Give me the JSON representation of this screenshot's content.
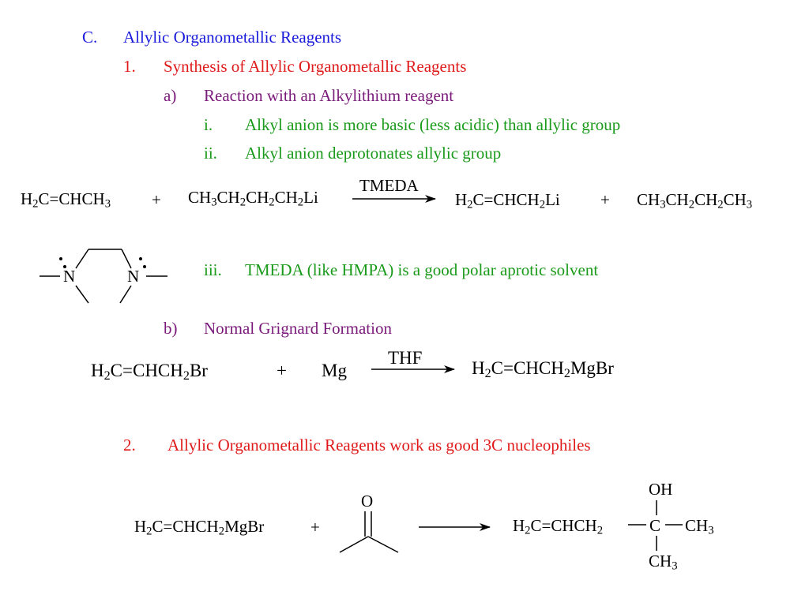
{
  "outline": {
    "c_marker": "C.",
    "c_title": "Allylic Organometallic Reagents",
    "s1_marker": "1.",
    "s1_title": "Synthesis of Allylic Organometallic Reagents",
    "a_marker": "a)",
    "a_title": "Reaction with an Alkylithium reagent",
    "i_marker": "i.",
    "i_text": "Alkyl anion is more basic (less acidic) than allylic group",
    "ii_marker": "ii.",
    "ii_text": "Alkyl anion deprotonates allylic group",
    "iii_marker": "iii.",
    "iii_text": "TMEDA (like HMPA) is a good polar aprotic solvent",
    "b_marker": "b)",
    "b_title": "Normal Grignard Formation",
    "s2_marker": "2.",
    "s2_title": "Allylic Organometallic Reagents work as good 3C nucleophiles"
  },
  "colors": {
    "level_c": "#1a1adb",
    "level_1": "#e01a1a",
    "level_a": "#7a1a7a",
    "level_i": "#1a9a1a"
  },
  "reaction1": {
    "r1_a": "H",
    "r1_a_sub": "2",
    "r1_b": "C=CHCH",
    "r1_b_sub": "3",
    "plus1": "+",
    "r2_a": "CH",
    "r2_a_sub1": "3",
    "r2_b": "CH",
    "r2_b_sub": "2",
    "r2_c": "CH",
    "r2_c_sub": "2",
    "r2_d": "CH",
    "r2_d_sub": "2",
    "r2_e": "Li",
    "reagent": "TMEDA",
    "p1_a": "H",
    "p1_a_sub": "2",
    "p1_b": "C=CHCH",
    "p1_b_sub": "2",
    "p1_c": "Li",
    "plus2": "+",
    "p2_a": "CH",
    "p2_a_sub": "3",
    "p2_b": "CH",
    "p2_b_sub": "2",
    "p2_c": "CH",
    "p2_c_sub": "2",
    "p2_d": "CH",
    "p2_d_sub": "3"
  },
  "tmeda_structure": {
    "n_left": "N",
    "n_right": "N"
  },
  "reaction2": {
    "r_a": "H",
    "r_a_sub": "2",
    "r_b": "C=CHCH",
    "r_b_sub": "2",
    "r_c": "Br",
    "plus": "+",
    "mg": "Mg",
    "reagent": "THF",
    "p_a": "H",
    "p_a_sub": "2",
    "p_b": "C=CHCH",
    "p_b_sub": "2",
    "p_c": "MgBr"
  },
  "reaction3": {
    "r_a": "H",
    "r_a_sub": "2",
    "r_b": "C=CHCH",
    "r_b_sub": "2",
    "r_c": "MgBr",
    "plus": "+",
    "ketone_o": "O",
    "p_a": "H",
    "p_a_sub": "2",
    "p_b": "C=CHCH",
    "p_b_sub": "2",
    "p_center": "C",
    "p_right": "CH",
    "p_right_sub": "3",
    "p_top": "OH",
    "p_bottom": "CH",
    "p_bottom_sub": "3"
  }
}
